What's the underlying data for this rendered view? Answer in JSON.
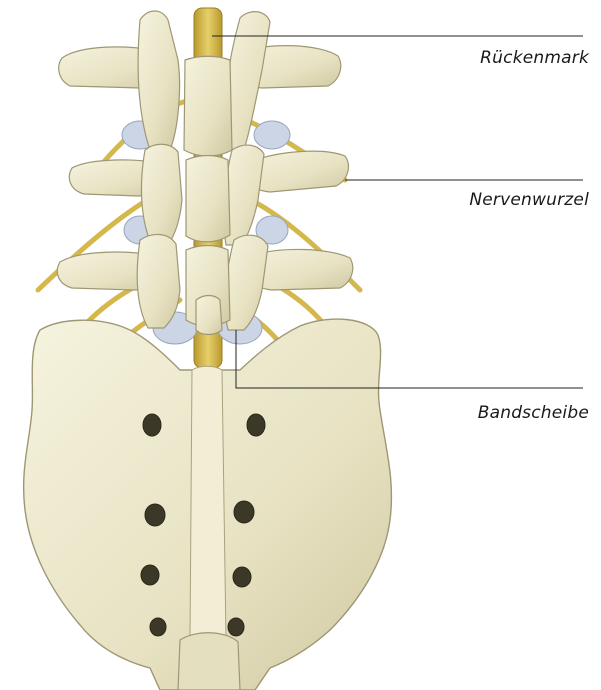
{
  "labels": {
    "spinal_cord": "Rückenmark",
    "nerve_root": "Nervenwurzel",
    "disc": "Bandscheibe"
  },
  "colors": {
    "bone": "#EDE9CC",
    "bone_shadow": "#C9C39C",
    "bone_outline": "#9E9774",
    "nerve": "#D8BD52",
    "nerve_dark": "#A88E2C",
    "disc": "#C9D3E3",
    "leader_line": "#222222"
  }
}
